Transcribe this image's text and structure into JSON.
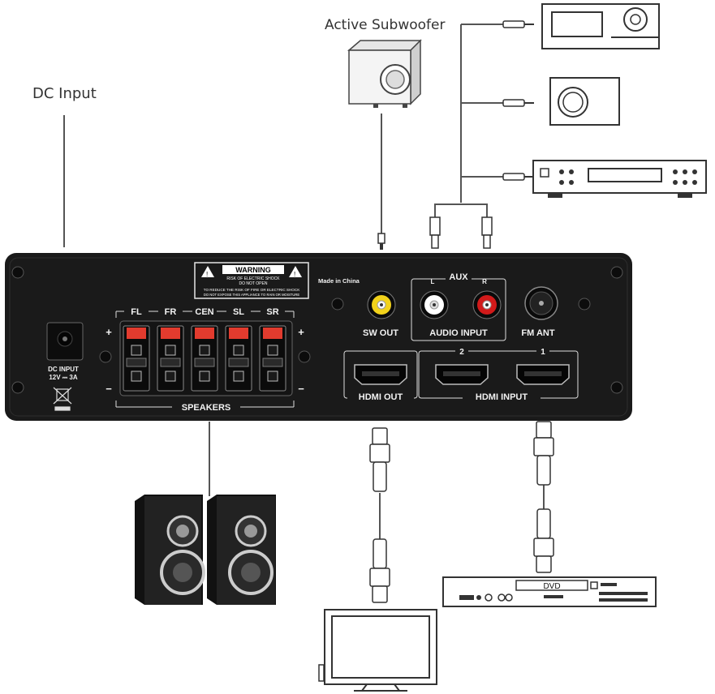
{
  "labels": {
    "dc_input": "DC Input",
    "active_subwoofer": "Active Subwoofer"
  },
  "panel": {
    "warning_title": "WARNING",
    "warning_line1": "RISK OF ELECTRIC SHOCK",
    "warning_line2": "DO NOT OPEN",
    "warning_note1": "TO REDUCE THE RISK OF FIRE OR ELECTRIC SHOCK",
    "warning_note2": "DO NOT EXPOSE THIS APPLIANCE TO RAIN OR MOISTURE",
    "made_in": "Made in China",
    "dc_input_label": "DC INPUT",
    "dc_rating": "12V ⎓ 3A",
    "channels": [
      "FL",
      "FR",
      "CEN",
      "SL",
      "SR"
    ],
    "speakers_label": "SPEAKERS",
    "plus": "+",
    "minus": "−",
    "aux_label": "AUX",
    "aux_left": "L",
    "aux_right": "R",
    "sw_out": "SW OUT",
    "audio_input": "AUDIO INPUT",
    "fm_ant": "FM ANT",
    "hdmi_out": "HDMI OUT",
    "hdmi_input": "HDMI INPUT",
    "hdmi_in_2": "2",
    "hdmi_in_1": "1"
  },
  "devices": {
    "dvd_label": "DVD"
  },
  "colors": {
    "panel": "#1a1a1a",
    "sw_jack": "#f2d21b",
    "aux_left": "#ffffff",
    "aux_right": "#d11a1a",
    "speaker_clip": "#e23b2e",
    "line": "#555555"
  }
}
